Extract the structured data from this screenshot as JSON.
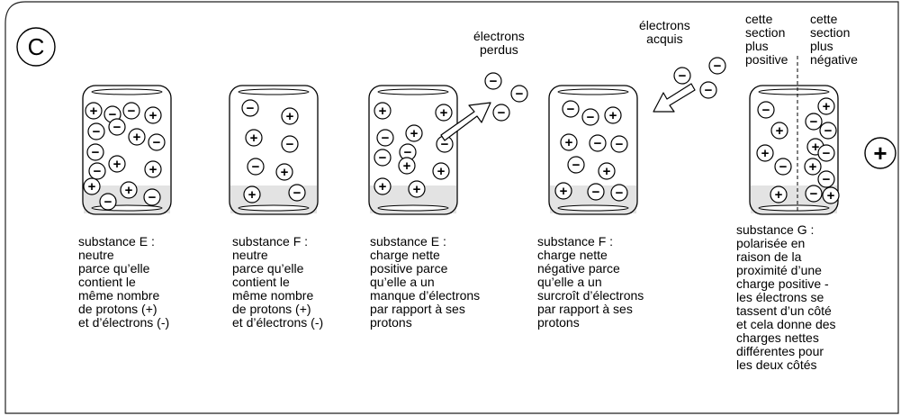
{
  "panel_label": "C",
  "signs": {
    "positive": "+",
    "negative": "−"
  },
  "labels": {
    "electrons_lost": "électrons\nperdus",
    "electrons_gained": "électrons\nacquis",
    "section_positive": "cette\nsection\nplus\npositive",
    "section_negative": "cette\nsection\nplus\nnégative"
  },
  "external_charge": "+",
  "substances": [
    {
      "caption": "substance E :\nneutre\nparce qu’elle\ncontient le\nmême nombre\nde protons (+)\net d’électrons (-)"
    },
    {
      "caption": "substance F :\nneutre\nparce qu’elle\ncontient le\nmême nombre\nde protons (+)\net d’électrons (-)"
    },
    {
      "caption": "substance E :\ncharge nette\npositive parce\nqu’elle a un\nmanque d’électrons\npar rapport à ses\nprotons"
    },
    {
      "caption": "substance F :\ncharge nette\nnégative parce\nqu’elle a un\nsurcroît d’électrons\npar rapport à ses\nprotons"
    },
    {
      "caption": "substance G :\npolarisée en\nraison de la\nproximité d’une\ncharge positive -\nles électrons se\ntassent d’un côté\net cela donne des\ncharges nettes\ndifférentes pour\nles deux côtés"
    }
  ]
}
